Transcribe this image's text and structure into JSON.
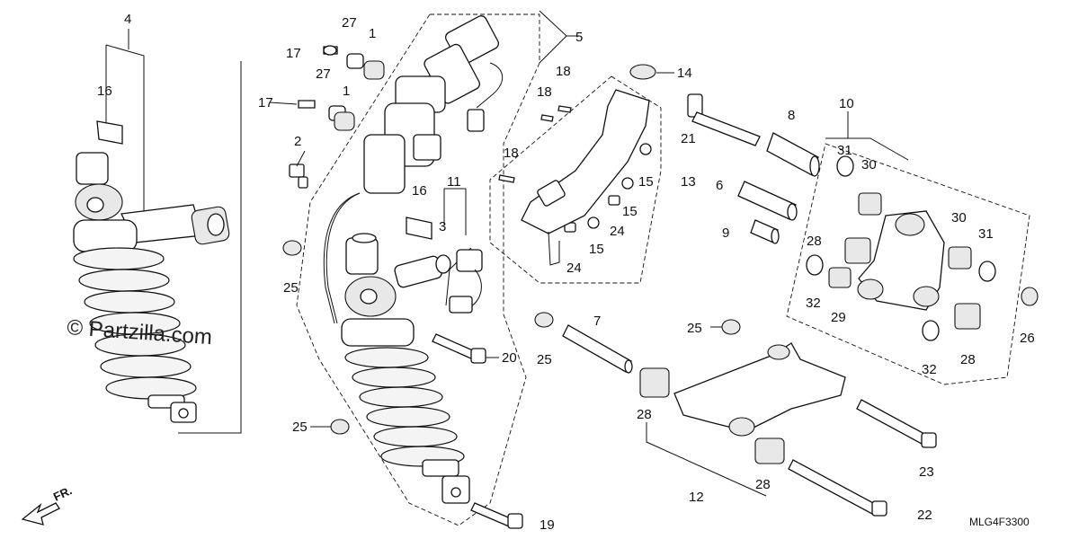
{
  "diagram": {
    "watermark": "© Partzilla.com",
    "direction_label": "FR.",
    "diagram_code": "MLG4F3300",
    "callouts": [
      {
        "label": "4"
      },
      {
        "label": "16"
      },
      {
        "label": "17"
      },
      {
        "label": "27"
      },
      {
        "label": "1"
      },
      {
        "label": "17"
      },
      {
        "label": "27"
      },
      {
        "label": "1"
      },
      {
        "label": "2"
      },
      {
        "label": "5"
      },
      {
        "label": "18"
      },
      {
        "label": "18"
      },
      {
        "label": "14"
      },
      {
        "label": "18"
      },
      {
        "label": "16"
      },
      {
        "label": "11"
      },
      {
        "label": "3"
      },
      {
        "label": "25"
      },
      {
        "label": "15"
      },
      {
        "label": "15"
      },
      {
        "label": "15"
      },
      {
        "label": "24"
      },
      {
        "label": "24"
      },
      {
        "label": "21"
      },
      {
        "label": "8"
      },
      {
        "label": "10"
      },
      {
        "label": "13"
      },
      {
        "label": "6"
      },
      {
        "label": "9"
      },
      {
        "label": "31"
      },
      {
        "label": "30"
      },
      {
        "label": "30"
      },
      {
        "label": "31"
      },
      {
        "label": "28"
      },
      {
        "label": "32"
      },
      {
        "label": "29"
      },
      {
        "label": "26"
      },
      {
        "label": "32"
      },
      {
        "label": "28"
      },
      {
        "label": "7"
      },
      {
        "label": "25"
      },
      {
        "label": "25"
      },
      {
        "label": "20"
      },
      {
        "label": "25"
      },
      {
        "label": "28"
      },
      {
        "label": "23"
      },
      {
        "label": "12"
      },
      {
        "label": "28"
      },
      {
        "label": "19"
      },
      {
        "label": "22"
      }
    ]
  }
}
